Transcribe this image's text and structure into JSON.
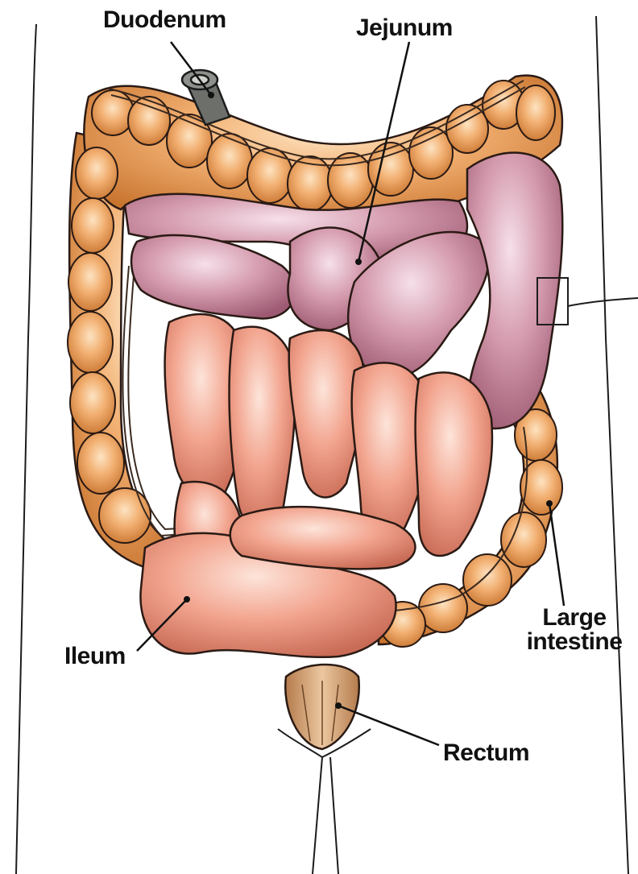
{
  "labels": {
    "duodenum": "Duodenum",
    "jejunum": "Jejunum",
    "ileum": "Ileum",
    "large_intestine_line1": "Large",
    "large_intestine_line2": "intestine",
    "rectum": "Rectum"
  },
  "colors": {
    "large_intestine": "#e9a05a",
    "large_intestine_shade": "#c8742f",
    "jejunum": "#c98a9c",
    "ileum": "#f0a08a",
    "rectum": "#d9a57c",
    "duodenum": "#6d6f6b",
    "outline": "#2a1a14",
    "body_outline": "#1c1c1c"
  }
}
